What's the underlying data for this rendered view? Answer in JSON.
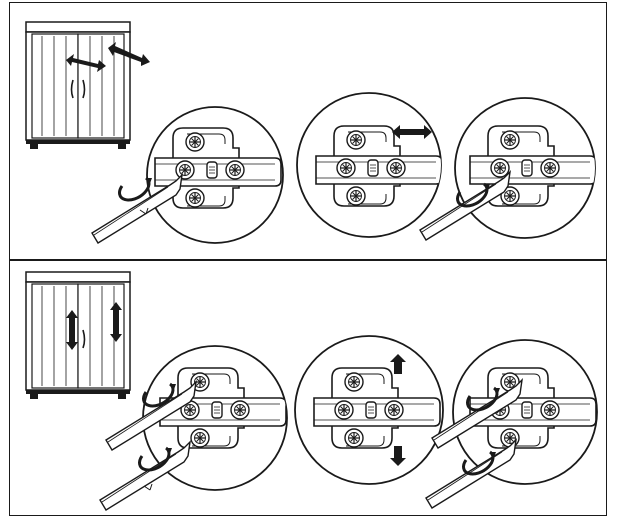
{
  "diagram": {
    "panels": [
      {
        "id": "horizontal-adjustment",
        "adjustment": "side-to-side",
        "tool": "screwdriver"
      },
      {
        "id": "vertical-adjustment",
        "adjustment": "up-down",
        "tool": "screwdriver"
      }
    ],
    "colors": {
      "ink": "#1a1a1a",
      "paper": "#ffffff"
    },
    "icons": [
      "cabinet-icon",
      "hinge-plate-icon",
      "screwdriver-icon",
      "double-arrow-icon",
      "rotation-arrow-icon"
    ]
  }
}
